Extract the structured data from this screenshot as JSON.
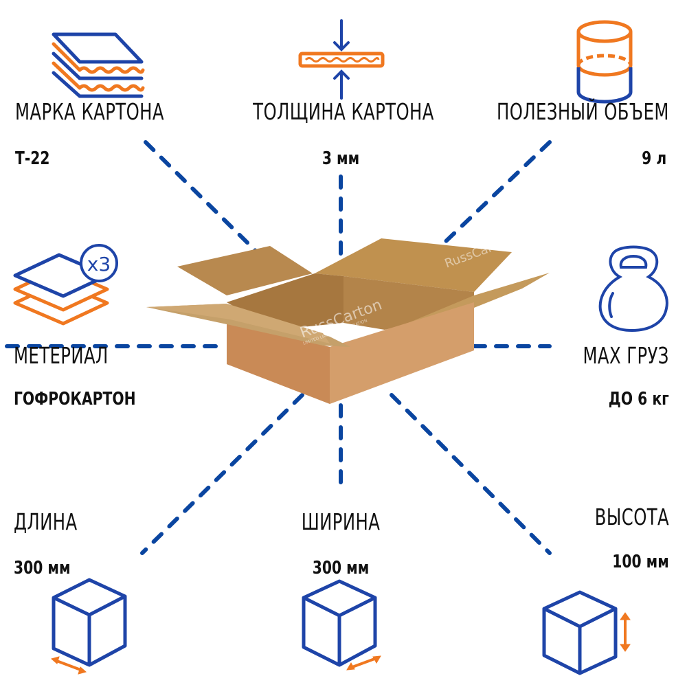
{
  "colors": {
    "blue": "#1e44a8",
    "orange": "#f07820",
    "dash_blue": "#0a45a0",
    "cardboard_light": "#c99a5e",
    "cardboard_mid": "#b98a52",
    "cardboard_dark": "#a87a45",
    "box_front": "#d29a66",
    "box_side": "#c98d5c"
  },
  "specs": {
    "grade": {
      "label": "МАРКА КАРТОНА",
      "value": "Т-22",
      "icon": "layered-cardboard-icon"
    },
    "thickness": {
      "label": "ТОЛЩИНА КАРТОНА",
      "value": "3 мм",
      "icon": "thickness-compress-icon"
    },
    "volume": {
      "label": "ПОЛЕЗНЫЙ ОБЪЕМ",
      "value": "9 л",
      "icon": "cylinder-volume-icon"
    },
    "material": {
      "label": "МЕТЕРИАЛ",
      "value": "ГОФРОКАРТОН",
      "icon": "stacked-sheets-icon",
      "badge": "x3"
    },
    "max_load": {
      "label": "MAX ГРУЗ",
      "value": "ДО 6 кг",
      "icon": "kettlebell-icon"
    },
    "length": {
      "label": "ДЛИНА",
      "value": "300 мм",
      "icon": "cube-length-icon"
    },
    "width": {
      "label": "ШИРИНА",
      "value": "300 мм",
      "icon": "cube-width-icon"
    },
    "height": {
      "label": "ВЫСОТА",
      "value": "100 мм",
      "icon": "cube-height-icon"
    }
  },
  "watermark": {
    "brand": "RussCarton",
    "tagline": "LIMITED LIABILITY CORPORATION"
  }
}
